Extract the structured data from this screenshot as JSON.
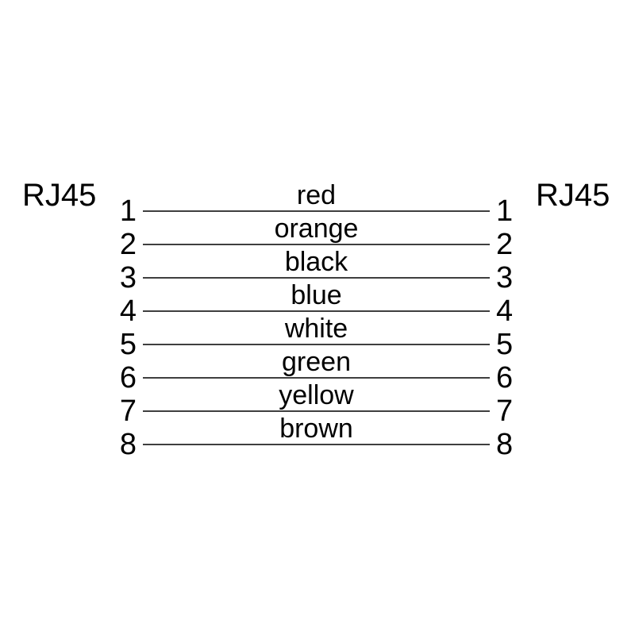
{
  "diagram": {
    "left_connector_label": "RJ45",
    "right_connector_label": "RJ45",
    "wires": [
      {
        "pin_left": "1",
        "color_label": "red",
        "pin_right": "1"
      },
      {
        "pin_left": "2",
        "color_label": "orange",
        "pin_right": "2"
      },
      {
        "pin_left": "3",
        "color_label": "black",
        "pin_right": "3"
      },
      {
        "pin_left": "4",
        "color_label": "blue",
        "pin_right": "4"
      },
      {
        "pin_left": "5",
        "color_label": "white",
        "pin_right": "5"
      },
      {
        "pin_left": "6",
        "color_label": "green",
        "pin_right": "6"
      },
      {
        "pin_left": "7",
        "color_label": "yellow",
        "pin_right": "7"
      },
      {
        "pin_left": "8",
        "color_label": "brown",
        "pin_right": "8"
      }
    ],
    "colors": {
      "text": "#000000",
      "wire_line": "#3f3f3f",
      "background": "#ffffff"
    }
  }
}
